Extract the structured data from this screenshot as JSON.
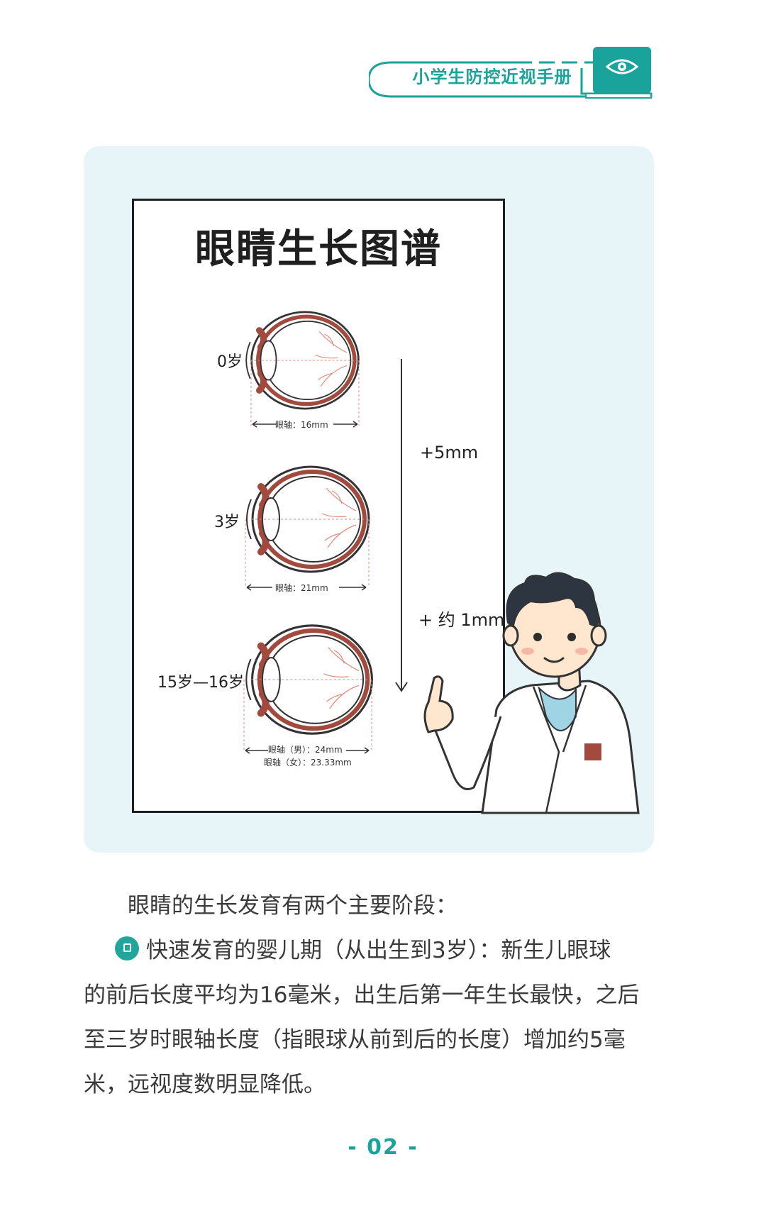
{
  "header": {
    "title": "小学生防控近视手册",
    "icon": "eye-icon",
    "accent_color": "#1aa39a"
  },
  "chart": {
    "title": "眼睛生长图谱",
    "stages": [
      {
        "age": "0岁",
        "axis_label": "眼轴：16mm"
      },
      {
        "age": "3岁",
        "axis_label": "眼轴：21mm"
      },
      {
        "age": "15岁—16岁",
        "axis_label_male": "眼轴（男）：24mm",
        "axis_label_female": "眼轴（女）：23.33mm"
      }
    ],
    "growth": [
      "+5mm",
      "+ 约 1mm"
    ]
  },
  "body": {
    "intro": "眼睛的生长发育有两个主要阶段：",
    "paragraph_line1": "快速发育的婴儿期（从出生到3岁）：新生儿眼球",
    "paragraph_line2": "的前后长度平均为16毫米，出生后第一年生长最快，之后",
    "paragraph_line3": "至三岁时眼轴长度（指眼球从前到后的长度）增加约5毫",
    "paragraph_line4": "米，远视度数明显降低。"
  },
  "footer": {
    "page_number": "- 02 -"
  }
}
